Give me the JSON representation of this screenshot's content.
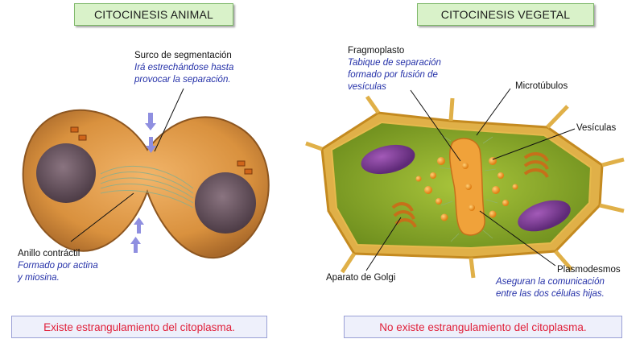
{
  "titles": {
    "animal": "CITOCINESIS ANIMAL",
    "vegetal": "CITOCINESIS VEGETAL"
  },
  "labels": {
    "surco": {
      "name": "Surco de segmentación",
      "note_1": "Irá estrechándose hasta",
      "note_2": "provocar la separación."
    },
    "anillo": {
      "name": "Anillo contráctil",
      "note_1": "Formado por actina",
      "note_2": "y miosina."
    },
    "fragmoplasto": {
      "name": "Fragmoplasto",
      "note_1": "Tabique de separación",
      "note_2": "formado por fusión de",
      "note_3": "vesículas"
    },
    "microtubulos": {
      "name": "Microtúbulos"
    },
    "vesiculas": {
      "name": "Vesículas"
    },
    "golgi": {
      "name": "Aparato de Golgi"
    },
    "plasmodesmos": {
      "name": "Plasmodesmos",
      "note_1": "Aseguran la comunicación",
      "note_2": "entre las dos células hijas."
    }
  },
  "captions": {
    "animal": "Existe estrangulamiento del citoplasma.",
    "vegetal": "No existe estrangulamiento del citoplasma."
  },
  "colors": {
    "title_bg": "#d9f2c9",
    "caption_text": "#e0203a",
    "note_text": "#2430a8",
    "arrow": "#8f8fe0"
  }
}
